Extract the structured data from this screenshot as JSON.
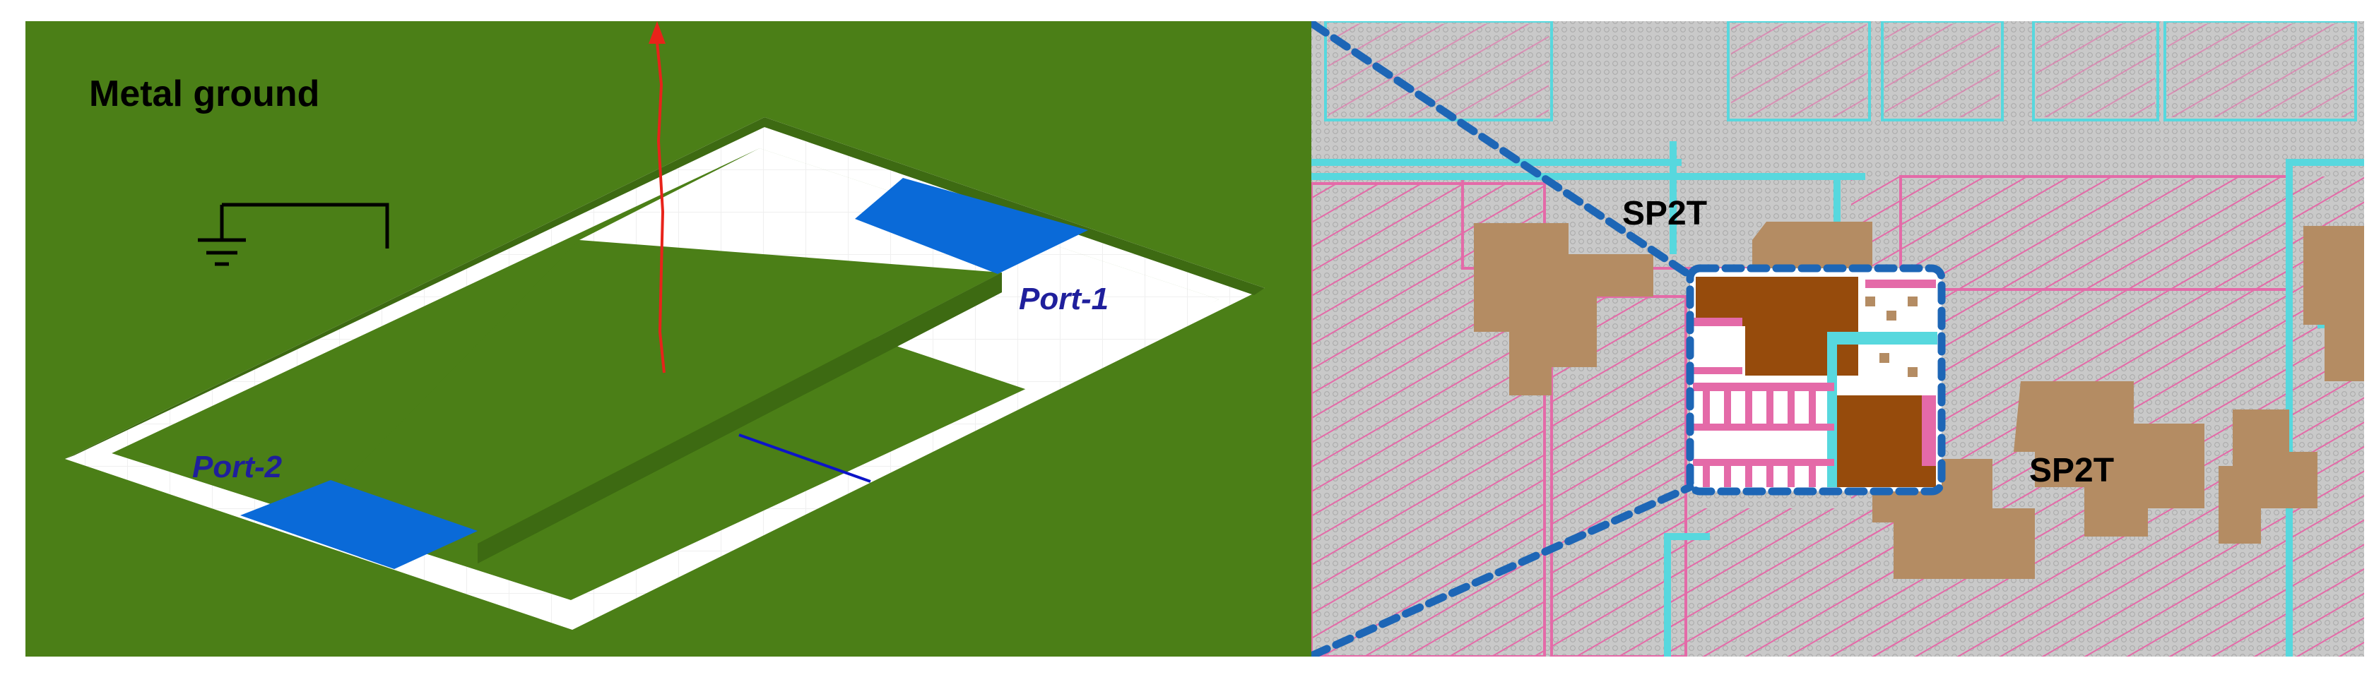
{
  "left_panel": {
    "ground_label": "Metal ground",
    "port1_label": "Port-1",
    "port2_label": "Port-2",
    "colors": {
      "ground": "#4b7f17",
      "wall": "#3d6a12",
      "wall_side": "#2f5a0c",
      "gap": "#ffffff",
      "port": "#0a6ad8",
      "port_label": "#1f1f9c",
      "probe": "#e8231a",
      "mesh_line": "#0c14c8"
    }
  },
  "right_panel": {
    "switch_label_1": "SP2T",
    "switch_label_2": "SP2T",
    "colors": {
      "background": "#c8c8c8",
      "pink": "#e46aa8",
      "cyan": "#57d8de",
      "tan": "#b48c63",
      "brown": "#964b0c",
      "zoom_outline": "#1d66b6"
    }
  }
}
